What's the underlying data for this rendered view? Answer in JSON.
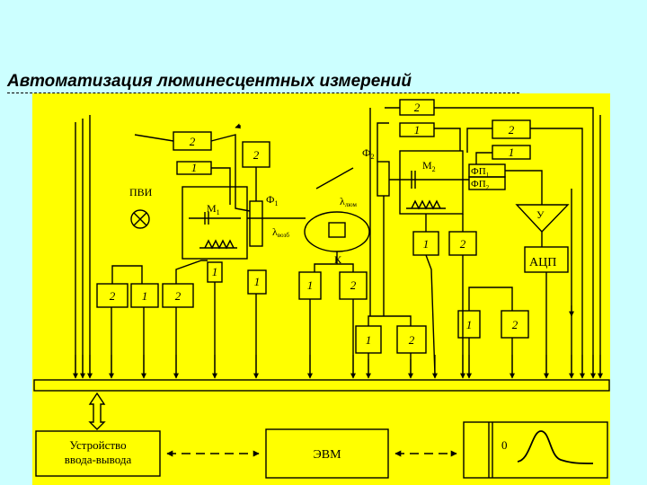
{
  "title": "Автоматизация люминесцентных измерений",
  "labels": {
    "n1": "1",
    "n2": "2",
    "pvi": "ПВИ",
    "m1": "М",
    "m1_sub": "1",
    "m2": "М",
    "m2_sub": "2",
    "f1": "Ф",
    "f1_sub": "1",
    "f2": "Ф",
    "f2_sub": "2",
    "fp1": "ФП",
    "fp1_sub": "1",
    "fp2": "ФП",
    "fp2_sub": "2",
    "lambda_lum": "λ",
    "lambda_lum_sub": "люм",
    "lambda_exc": "λ",
    "lambda_exc_sub": "возб",
    "cuvette": "К",
    "amplifier": "У",
    "adc": "АЦП",
    "io_device_line1": "Устройство",
    "io_device_line2": "ввода-вывода",
    "computer": "ЭВМ",
    "display_zero": "0"
  },
  "colors": {
    "panel": "#ffff00",
    "background": "#ccffff",
    "line": "#000000"
  }
}
